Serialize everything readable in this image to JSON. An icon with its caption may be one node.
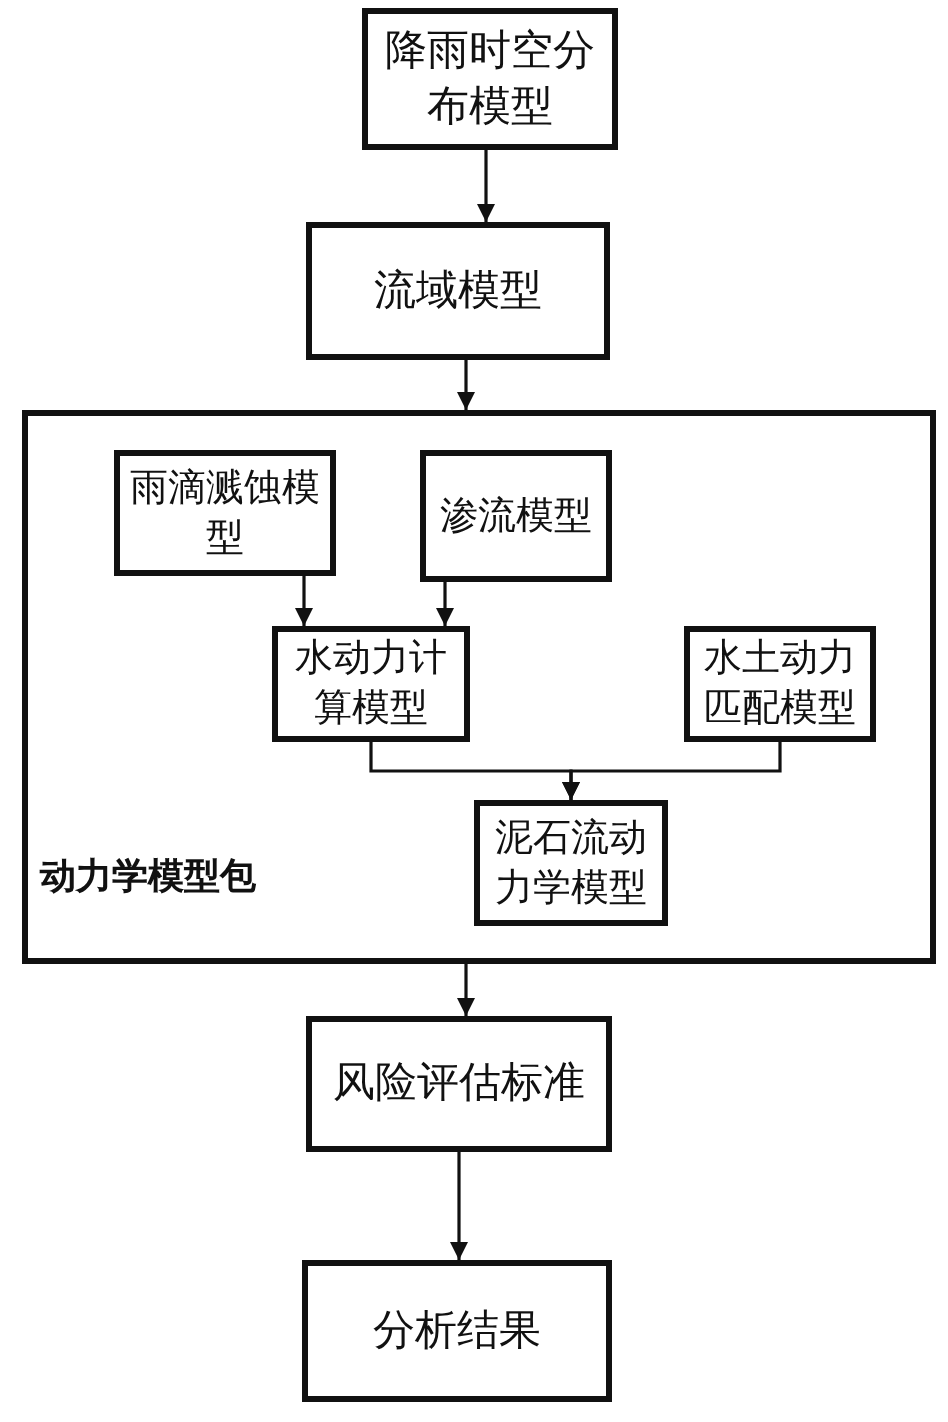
{
  "diagram": {
    "nodes": [
      {
        "text": [
          "降雨时空分布模型"
        ]
      },
      {
        "text": [
          "流域模型"
        ]
      },
      {
        "text": [
          "动力学模型包"
        ]
      },
      {
        "text": [
          "雨滴溅蚀模型"
        ],
        "in": 2
      },
      {
        "text": [
          "渗流模型"
        ],
        "in": 2
      },
      {
        "text": [
          "水动力计算模型"
        ],
        "in": 2
      },
      {
        "text": [
          "水土动力匹配模型"
        ],
        "in": 2
      },
      {
        "text": [
          "泥石流动力学模型"
        ],
        "in": 2
      },
      {
        "text": [
          "风险评估标准"
        ]
      },
      {
        "text": [
          "分析结果"
        ]
      }
    ],
    "edges": [
      {
        "from": 0,
        "to": 1,
        "arrow": "to"
      },
      {
        "from": 1,
        "to": 2,
        "arrow": "to"
      },
      {
        "from": 3,
        "to": 5,
        "arrow": "to"
      },
      {
        "from": 4,
        "to": 5,
        "arrow": "to"
      },
      {
        "from": 5,
        "to": 7,
        "arrow": "to"
      },
      {
        "from": 6,
        "to": 7,
        "arrow": "to"
      },
      {
        "from": 2,
        "to": 8,
        "arrow": "to"
      },
      {
        "from": 8,
        "to": 9,
        "arrow": "to"
      }
    ]
  }
}
